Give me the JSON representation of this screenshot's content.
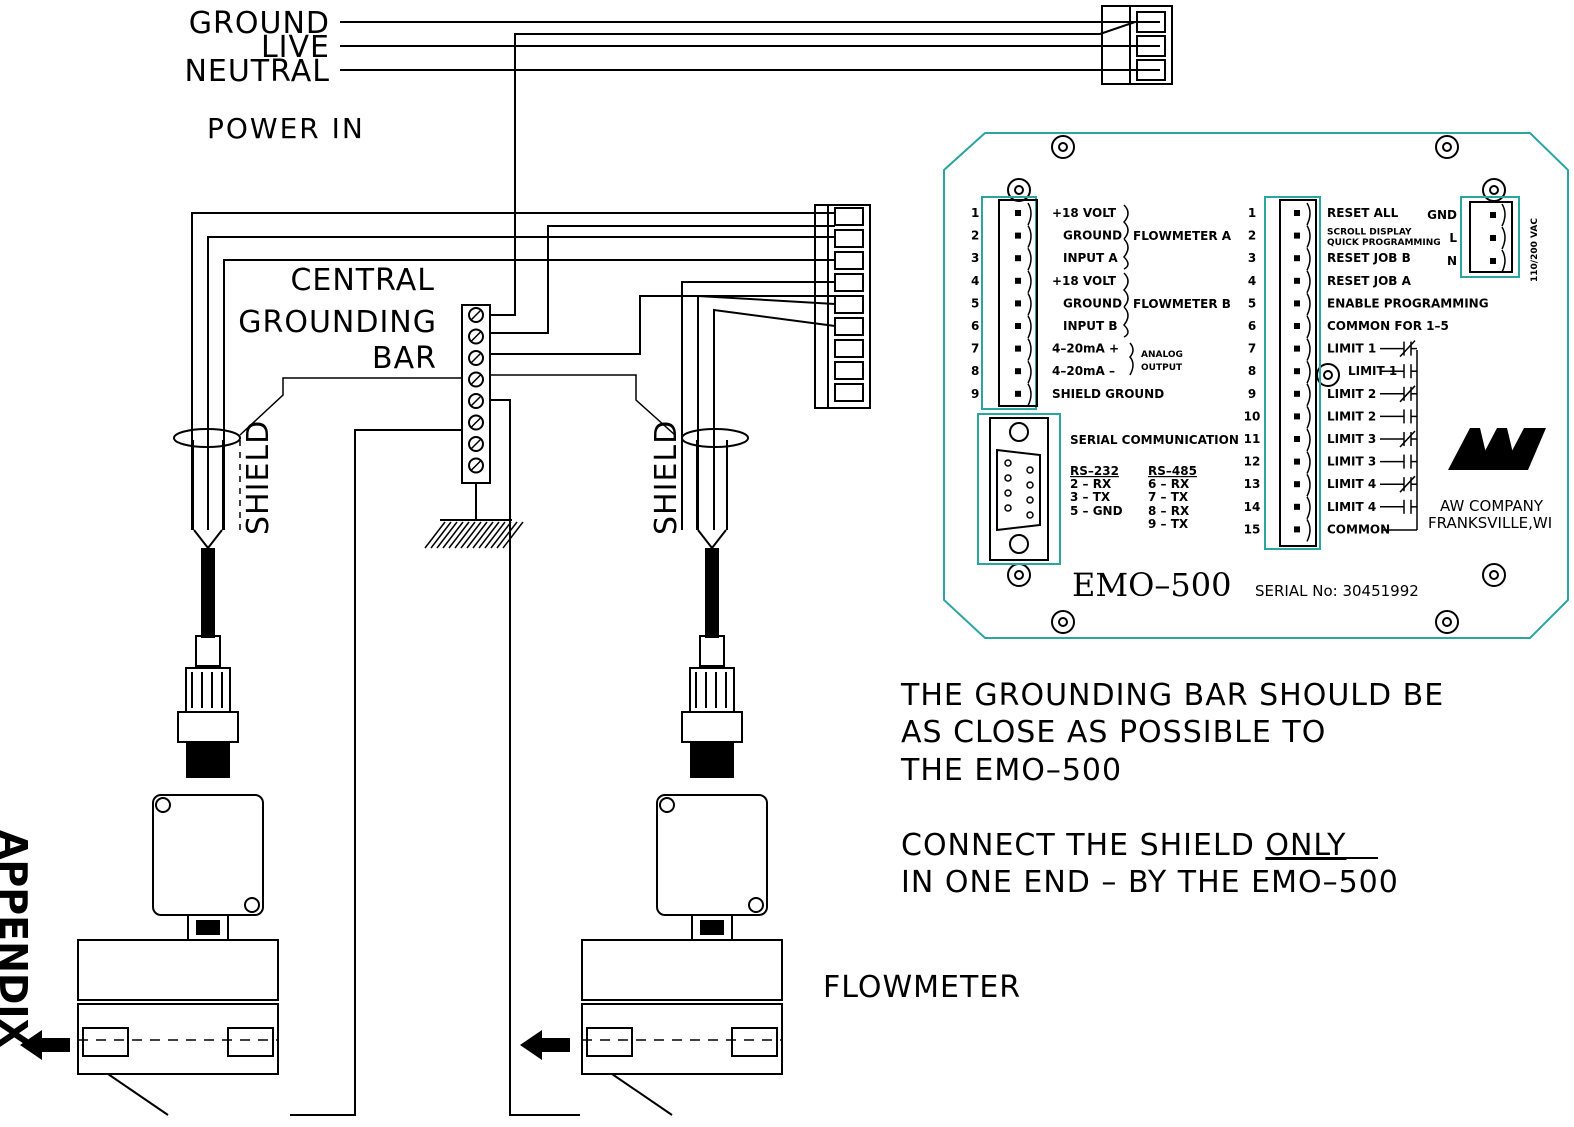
{
  "power": {
    "ground": "GROUND",
    "live": "LIVE",
    "neutral": "NEUTRAL",
    "title": "POWER IN"
  },
  "grounding_bar": {
    "line1": "CENTRAL",
    "line2": "GROUNDING",
    "line3": "BAR"
  },
  "shield_left": "SHIELD",
  "shield_right": "SHIELD",
  "flowmeter_label": "FLOWMETER",
  "appendix": "APPENDIX",
  "notes": {
    "line1": "THE GROUNDING BAR SHOULD BE",
    "line2": "AS CLOSE AS POSSIBLE TO",
    "line3": "THE EMO–500",
    "line4a": "CONNECT THE SHIELD ",
    "line4b": "ONLY",
    "line5": "IN ONE END – BY THE EMO–500"
  },
  "panel": {
    "model": "EMO–500",
    "serial": "SERIAL  No: 30451992",
    "company": "AW COMPANY",
    "city": "FRANKSVILLE,WI",
    "voltage": "110/200 VAC",
    "power_terms": [
      "GND",
      "L",
      "N"
    ],
    "left_terms": [
      {
        "n": "1",
        "label": "+18 VOLT"
      },
      {
        "n": "2",
        "label": "GROUND"
      },
      {
        "n": "3",
        "label": "INPUT A"
      },
      {
        "n": "4",
        "label": "+18 VOLT"
      },
      {
        "n": "5",
        "label": "GROUND"
      },
      {
        "n": "6",
        "label": "INPUT B"
      },
      {
        "n": "7",
        "label": "4–20mA +"
      },
      {
        "n": "8",
        "label": "4–20mA –"
      },
      {
        "n": "9",
        "label": "SHIELD GROUND"
      }
    ],
    "group_a": "FLOWMETER A",
    "group_b": "FLOWMETER B",
    "analog1": "ANALOG",
    "analog2": "OUTPUT",
    "serial_comm": "SERIAL  COMMUNICATION",
    "rs232": {
      "title": "RS–232",
      "l1": "2  –  RX",
      "l2": "3  –  TX",
      "l3": "5  –  GND"
    },
    "rs485": {
      "title": "RS–485",
      "l1": "6  –  RX",
      "l2": "7  –  TX",
      "l3": "8  –  RX",
      "l4": "9  –  TX"
    },
    "right_terms": [
      {
        "n": "1",
        "label": "RESET  ALL"
      },
      {
        "n": "2",
        "label": "SCROLL DISPLAY"
      },
      {
        "n": "3",
        "label": "RESET  JOB  B"
      },
      {
        "n": "4",
        "label": "RESET  JOB  A"
      },
      {
        "n": "5",
        "label": "ENABLE  PROGRAMMING"
      },
      {
        "n": "6",
        "label": "COMMON  FOR  1–5"
      },
      {
        "n": "7",
        "label": "LIMIT  1"
      },
      {
        "n": "8",
        "label": "LIMIT  1"
      },
      {
        "n": "9",
        "label": "LIMIT  2"
      },
      {
        "n": "10",
        "label": "LIMIT  2"
      },
      {
        "n": "11",
        "label": "LIMIT  3"
      },
      {
        "n": "12",
        "label": "LIMIT  3"
      },
      {
        "n": "13",
        "label": "LIMIT  4"
      },
      {
        "n": "14",
        "label": "LIMIT  4"
      },
      {
        "n": "15",
        "label": "COMMON"
      }
    ],
    "quick_prog": "QUICK PROGRAMMING"
  },
  "colors": {
    "teal": "#2aa5a0",
    "line": "#000000"
  }
}
